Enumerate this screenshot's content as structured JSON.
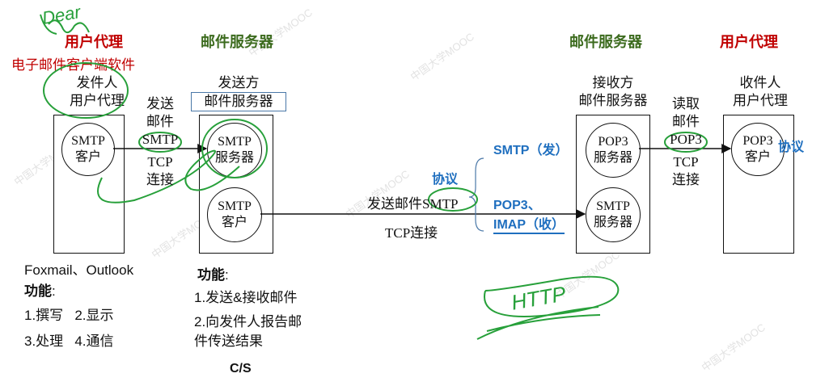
{
  "watermark": "中国大学MOOC",
  "handwriting": {
    "dear": "Dear",
    "http": "HTTP"
  },
  "headers": {
    "left_user_agent": "用户代理",
    "sender_mail_server": "邮件服务器",
    "receiver_mail_server": "邮件服务器",
    "right_user_agent": "用户代理"
  },
  "annotations": {
    "client_software": "电子邮件客户端软件",
    "protocol_left": "协议",
    "protocol_right": "协议",
    "smtp_send": "SMTP（发）",
    "pop3_line": "POP3、",
    "imap_line": "IMAP（收）",
    "cs": "C/S"
  },
  "sender_ua": {
    "title_line1": "发件人",
    "title_line2": "用户代理",
    "circle_line1": "SMTP",
    "circle_line2": "客户"
  },
  "sender_server": {
    "title_line1": "发送方",
    "title_line2": "邮件服务器",
    "circle_top_line1": "SMTP",
    "circle_top_line2": "服务器",
    "circle_bottom_line1": "SMTP",
    "circle_bottom_line2": "客户"
  },
  "receiver_server": {
    "title_line1": "接收方",
    "title_line2": "邮件服务器",
    "circle_top_line1": "POP3",
    "circle_top_line2": "服务器",
    "circle_bottom_line1": "SMTP",
    "circle_bottom_line2": "服务器"
  },
  "receiver_ua": {
    "title_line1": "收件人",
    "title_line2": "用户代理",
    "circle_line1": "POP3",
    "circle_line2": "客户"
  },
  "link_left": {
    "line1": "发送",
    "line2": "邮件",
    "line3": "SMTP",
    "tcp1": "TCP",
    "tcp2": "连接"
  },
  "link_middle": {
    "send_mail": "发送邮件",
    "protocol": "SMTP",
    "tcp": "TCP连接"
  },
  "link_right": {
    "line1": "读取",
    "line2": "邮件",
    "line3": "POP3",
    "tcp1": "TCP",
    "tcp2": "连接"
  },
  "client_notes": {
    "examples": "Foxmail、Outlook",
    "title": "功能",
    "colon": ":",
    "row1": "1.撰写   2.显示",
    "row2": "3.处理   4.通信"
  },
  "server_notes": {
    "title": "功能",
    "colon": ":",
    "item1": "1.发送&接收邮件",
    "item2a": "2.向发件人报告邮",
    "item2b": "件传送结果"
  }
}
